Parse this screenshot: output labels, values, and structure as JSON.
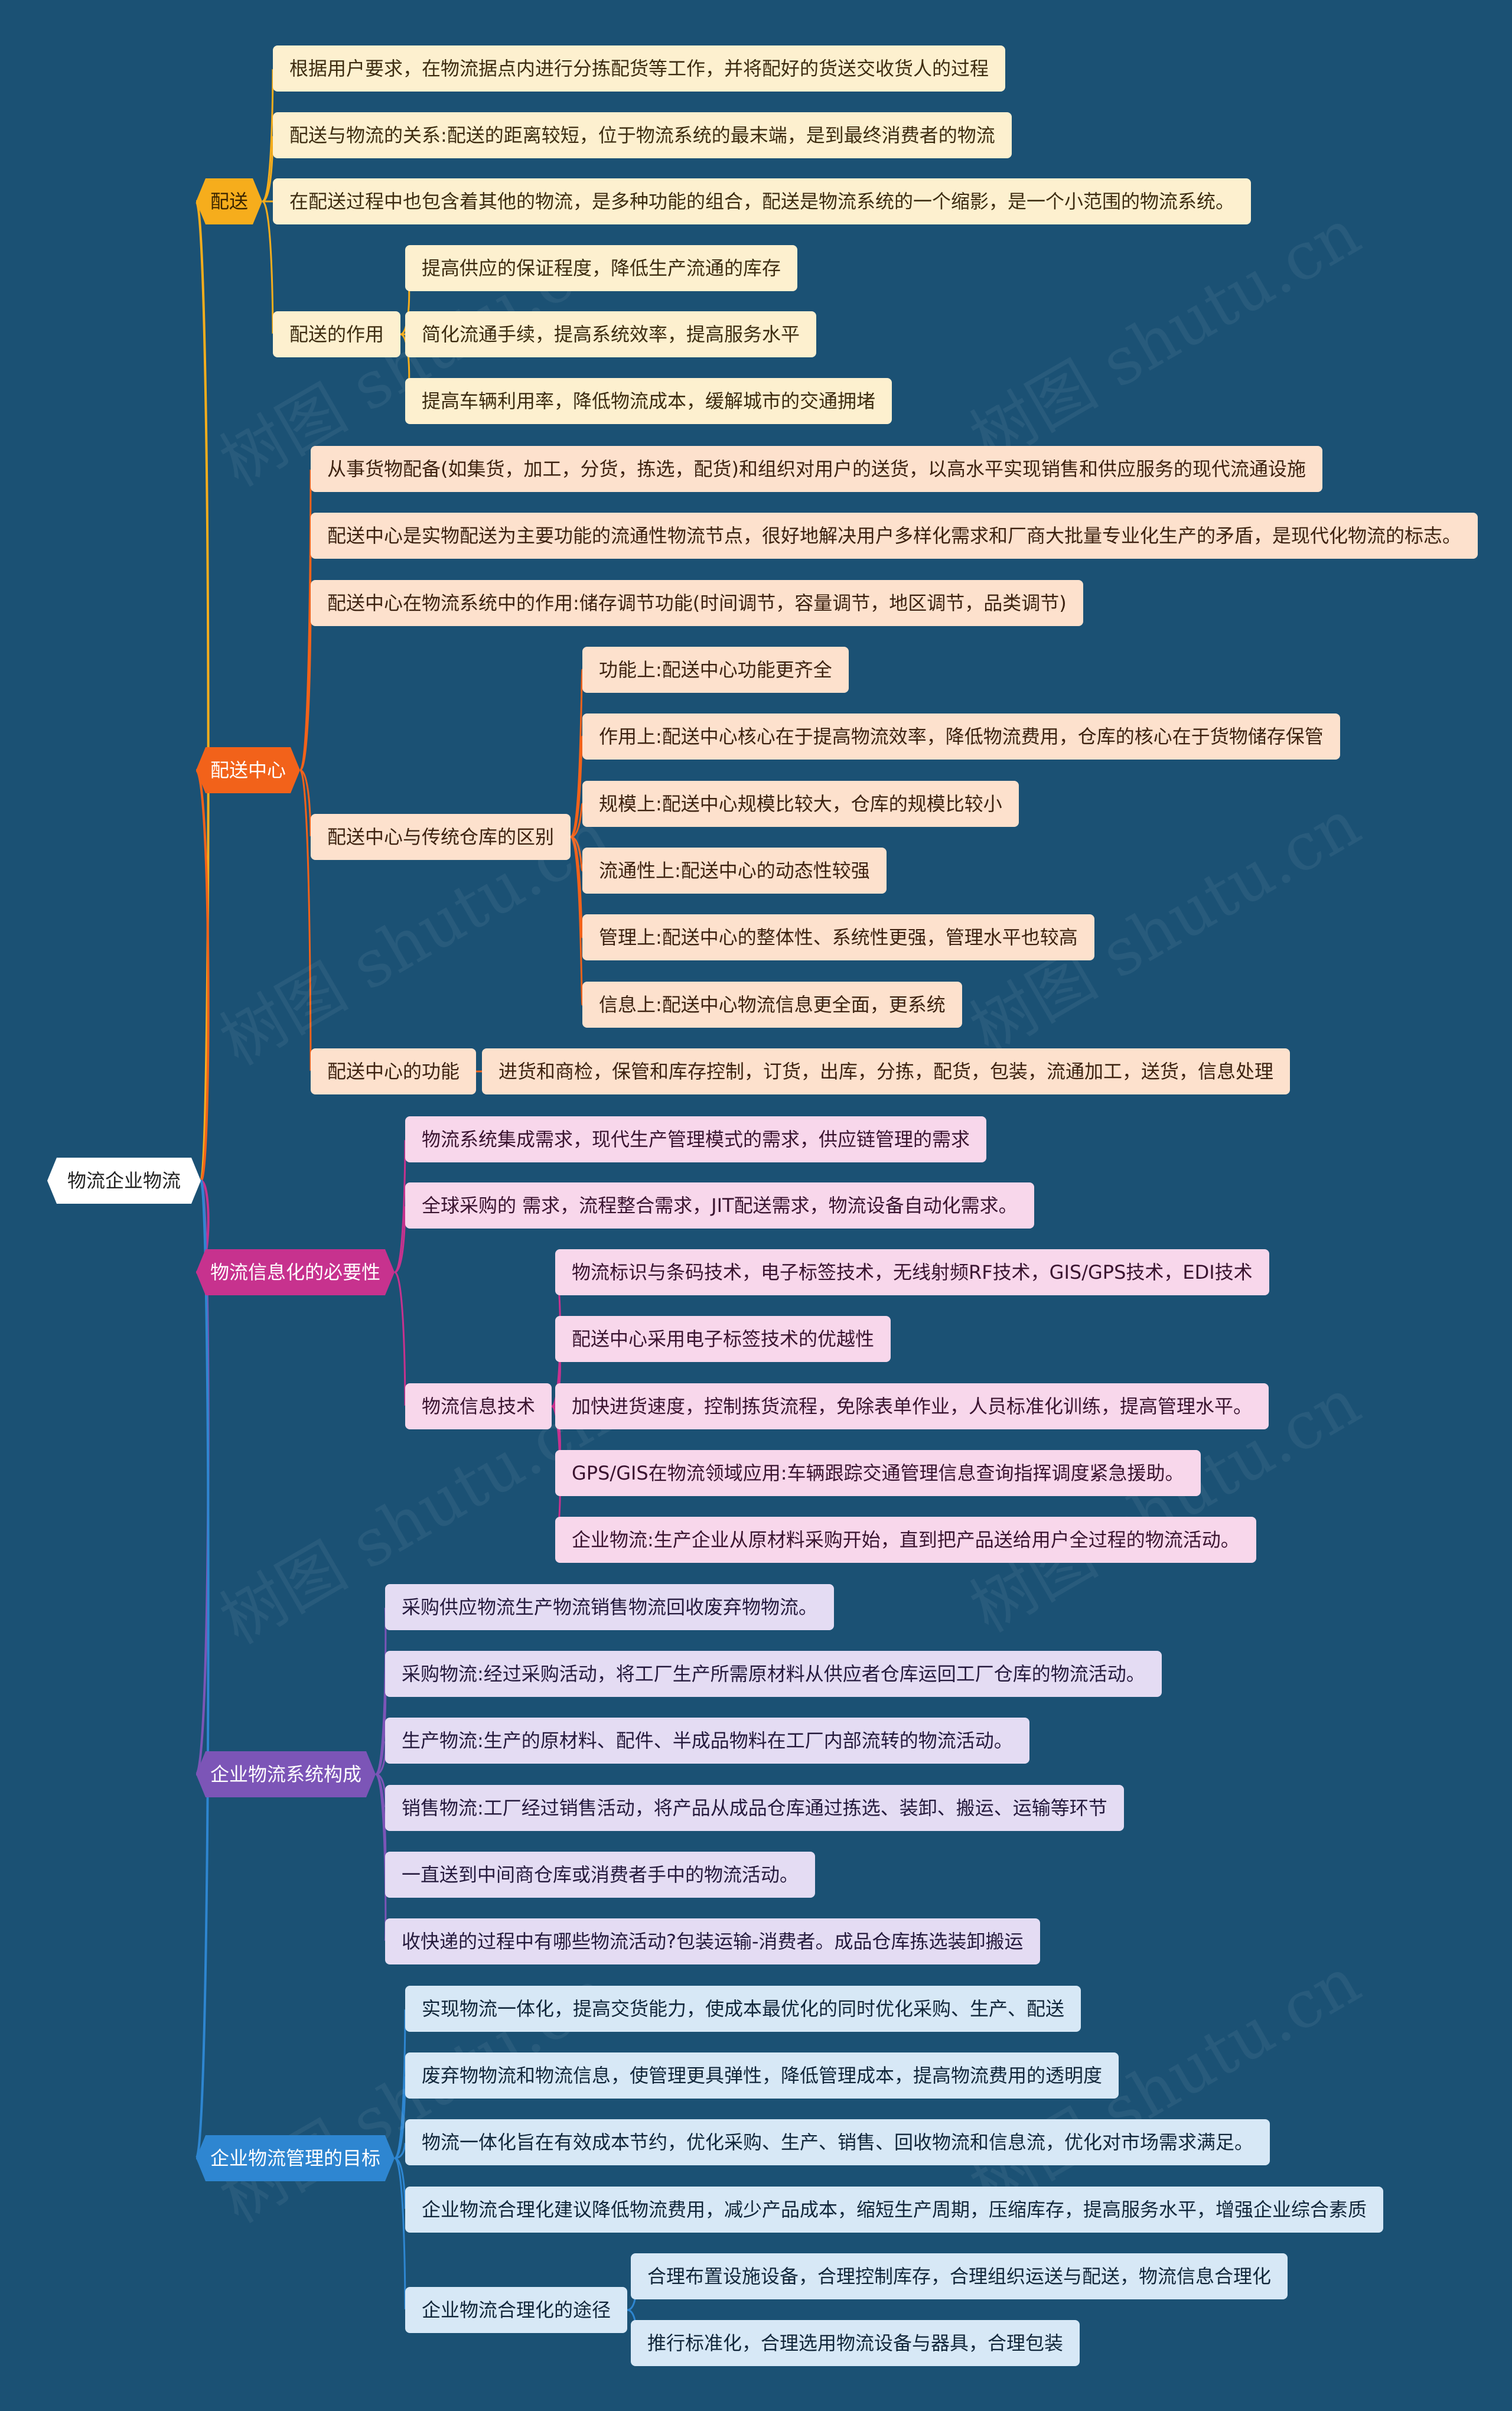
{
  "root": "物流企业物流",
  "watermark": "树图 shutu.cn",
  "branches": [
    {
      "label": "配送",
      "color": "yellow",
      "children": [
        {
          "label": "根据用户要求，在物流据点内进行分拣配货等工作，并将配好的货送交收货人的过程"
        },
        {
          "label": "配送与物流的关系:配送的距离较短，位于物流系统的最末端，是到最终消费者的物流"
        },
        {
          "label": "在配送过程中也包含着其他的物流，是多种功能的组合，配送是物流系统的一个缩影，是一个小范围的物流系统。"
        },
        {
          "label": "配送的作用",
          "children": [
            {
              "label": "提高供应的保证程度，降低生产流通的库存"
            },
            {
              "label": "简化流通手续，提高系统效率，提高服务水平"
            },
            {
              "label": "提高车辆利用率，降低物流成本，缓解城市的交通拥堵"
            }
          ]
        }
      ]
    },
    {
      "label": "配送中心",
      "color": "orange",
      "children": [
        {
          "label": "从事货物配备(如集货，加工，分货，拣选，配货)和组织对用户的送货，以高水平实现销售和供应服务的现代流通设施"
        },
        {
          "label": "配送中心是实物配送为主要功能的流通性物流节点，很好地解决用户多样化需求和厂商大批量专业化生产的矛盾，是现代化物流的标志。"
        },
        {
          "label": "配送中心在物流系统中的作用:储存调节功能(时间调节，容量调节，地区调节，品类调节)"
        },
        {
          "label": "配送中心与传统仓库的区别",
          "children": [
            {
              "label": "功能上:配送中心功能更齐全"
            },
            {
              "label": "作用上:配送中心核心在于提高物流效率，降低物流费用，仓库的核心在于货物储存保管"
            },
            {
              "label": "规模上:配送中心规模比较大，仓库的规模比较小"
            },
            {
              "label": "流通性上:配送中心的动态性较强"
            },
            {
              "label": "管理上:配送中心的整体性、系统性更强，管理水平也较高"
            },
            {
              "label": "信息上:配送中心物流信息更全面，更系统"
            }
          ]
        },
        {
          "label": "配送中心的功能",
          "children": [
            {
              "label": "进货和商检，保管和库存控制，订货，出库，分拣，配货，包装，流通加工，送货，信息处理"
            }
          ]
        }
      ]
    },
    {
      "label": "物流信息化的必要性",
      "color": "pink",
      "children": [
        {
          "label": "物流系统集成需求，现代生产管理模式的需求，供应链管理的需求"
        },
        {
          "label": "全球采购的 需求，流程整合需求，JIT配送需求，物流设备自动化需求。"
        },
        {
          "label": "物流信息技术",
          "children": [
            {
              "label": "物流标识与条码技术，电子标签技术，无线射频RF技术，GIS/GPS技术，EDI技术"
            },
            {
              "label": "配送中心采用电子标签技术的优越性"
            },
            {
              "label": "加快进货速度，控制拣货流程，免除表单作业，人员标准化训练，提高管理水平。"
            },
            {
              "label": "GPS/GIS在物流领域应用:车辆跟踪交通管理信息查询指挥调度紧急援助。"
            },
            {
              "label": "企业物流:生产企业从原材料采购开始，直到把产品送给用户全过程的物流活动。"
            }
          ]
        }
      ]
    },
    {
      "label": "企业物流系统构成",
      "color": "purple",
      "children": [
        {
          "label": "采购供应物流生产物流销售物流回收废弃物物流。"
        },
        {
          "label": "采购物流:经过采购活动，将工厂生产所需原材料从供应者仓库运回工厂仓库的物流活动。"
        },
        {
          "label": "生产物流:生产的原材料、配件、半成品物料在工厂内部流转的物流活动。"
        },
        {
          "label": "销售物流:工厂经过销售活动，将产品从成品仓库通过拣选、装卸、搬运、运输等环节"
        },
        {
          "label": "一直送到中间商仓库或消费者手中的物流活动。"
        },
        {
          "label": "收快递的过程中有哪些物流活动?包装运输-消费者。成品仓库拣选装卸搬运"
        }
      ]
    },
    {
      "label": "企业物流管理的目标",
      "color": "blue",
      "children": [
        {
          "label": "实现物流一体化，提高交货能力，使成本最优化的同时优化采购、生产、配送"
        },
        {
          "label": "废弃物物流和物流信息，使管理更具弹性，降低管理成本，提高物流费用的透明度"
        },
        {
          "label": "物流一体化旨在有效成本节约，优化采购、生产、销售、回收物流和信息流，优化对市场需求满足。"
        },
        {
          "label": "企业物流合理化建议降低物流费用，减少产品成本，缩短生产周期，压缩库存，提高服务水平，增强企业综合素质"
        },
        {
          "label": "企业物流合理化的途径",
          "children": [
            {
              "label": "合理布置设施设备，合理控制库存，合理组织运送与配送，物流信息合理化"
            },
            {
              "label": "推行标准化，合理选用物流设备与器具，合理包装"
            }
          ]
        }
      ]
    }
  ]
}
